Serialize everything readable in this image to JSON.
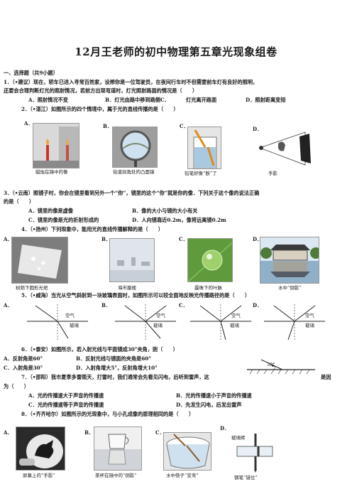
{
  "title": "12月王老师的初中物理第五章光现象组卷",
  "section1": "一、选择题（共9小题）",
  "q1": {
    "line1": "1．（•建议）现在，轿车已进入寻常百姓家，设想你是一位驾驶员，在夜间行车时不但需要前车灯有良好的照明，",
    "line2": "还要会合理判断灯光的照射情况，若前方出现弯道时，灯光照射路面的情况是（　　）",
    "a": "A．照射情况不变",
    "b": "B．灯光由路中移到路侧C．",
    "c": "灯光离开路面",
    "d": "D．照射距离变短"
  },
  "q2": {
    "text": "2．（•湛江）如图所示的四个情境中，属于光的直线传播的是（　　）",
    "labels": [
      "A．",
      "B．",
      "C．",
      "D．"
    ],
    "captions": [
      "蜡烛在镜中的像",
      "街道拐角处的凸面镜",
      "铅笔好像“断”了",
      "手影"
    ]
  },
  "q3": {
    "line1": "3．（•云南）照镜子时，你会在镜里看到另外一个“你”，镜里的这个“你”就是你的像．下列关于这个像的说法正确",
    "line2": "的是（　　）",
    "a": "A．镜里的像是虚像",
    "b": "B．像的大小与镜的大小有关",
    "c": "C．镜里的像是光的折射形成的",
    "d": "D．人向镜靠近0.2m，像将远离镜0.2m"
  },
  "q4": {
    "text": "4．（•扬州）下列现象中，能用光的直线传播解释的是（　　）",
    "labels": [
      "A．",
      "B．",
      "C．",
      "D．"
    ],
    "captions": [
      "树荫下圆形光斑",
      "海市蜃楼",
      "露珠下的叶脉",
      "水中“倒影”"
    ]
  },
  "q5": {
    "text": "5．（•威海）当光从空气斜射到一块玻璃表面时，如图所示可以较全面地反映光传播路径的是（　　）",
    "labels": [
      "A．",
      "B．",
      "C．",
      "D．"
    ],
    "air": "空气",
    "glass": "玻璃"
  },
  "q6": {
    "text": "6．（•泰安）如图所示，若入射光线与平面镜成30°夹角，则（　　）",
    "a": "A．反射角是60°",
    "b": "B．反射光线与镜面的夹角是60°",
    "c": "C．入射角是30°",
    "d": "D．入射角增大5°，反射角增大10°",
    "angle": "30°"
  },
  "q7": {
    "line1": "7．（•邵阳）我市夏季多雷雨天，打雷时，我们通常会先看见闪电，后听到雷声，这",
    "tail": "是因",
    "line2": "为（　　）",
    "a": "A．光的传播速大于声音的传播速",
    "b": "B．光的传播速小于声音的传播速",
    "c": "C．光的传播速等于声音的传播速",
    "d": "D．先发生闪电，后发出雷声"
  },
  "q8": {
    "text": "8．（•齐齐哈尔）如图所示的光现象中，与小孔成像的原理相同的是（　　）",
    "labels": [
      "A．",
      "B．",
      "C．",
      "D．"
    ],
    "captions": [
      "屏幕上的“手影”",
      "茶杯在镜中的“倒影”",
      "水中筷子“变弯”",
      "钢笔“错位”"
    ],
    "glass_label": "玻璃砖"
  },
  "colors": {
    "text": "#1a1a1a",
    "flame": "#d0342c",
    "water": "#8fb8d6",
    "leaf": "#5f9a3c"
  }
}
